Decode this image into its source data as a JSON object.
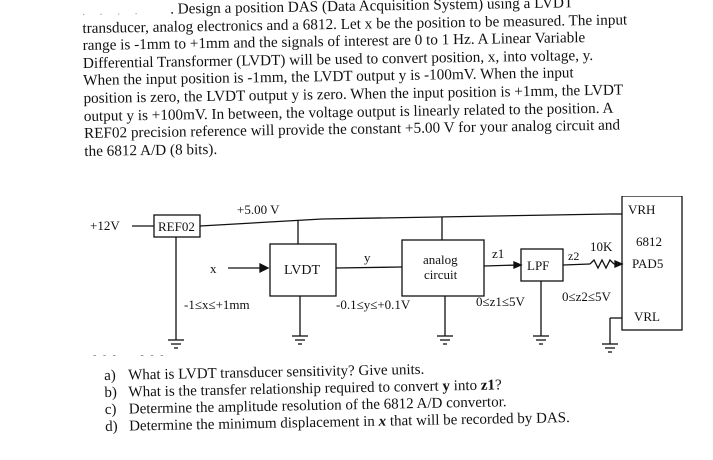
{
  "problem": {
    "number": ".",
    "lines": [
      "Design a position DAS (Data Acquisition System) using a LVDT",
      "transducer, analog electronics and a 6812. Let x be the position to be measured. The input",
      "range is -1mm to +1mm and the signals of interest are 0 to 1 Hz. A Linear Variable",
      "Differential Transformer (LVDT) will be used to convert position, x, into voltage, y.",
      "When the input position is -1mm, the LVDT output y is -100mV. When the input",
      "position is zero, the LVDT output y is zero. When the input position is +1mm, the LVDT",
      "output y is +100mV. In between, the voltage output is linearly related to the position. A",
      "REF02 precision reference will provide the constant +5.00 V for your analog circuit and",
      "the 6812 A/D (8 bits)."
    ]
  },
  "diagram": {
    "supply": "+12V",
    "ref_chip": "REF02",
    "ref_voltage": "+5.00 V",
    "input_var": "x",
    "input_range": "-1≤x≤+1mm",
    "transducer": "LVDT",
    "lvdt_out": "y",
    "y_range": "-0.1≤y≤+0.1V",
    "analog_block_line1": "analog",
    "analog_block_line2": "circuit",
    "z1_label": "z1",
    "z1_range": "0≤z1≤5V",
    "filter": "LPF",
    "z2_label": "z2",
    "resistor": "10K",
    "z2_range": "0≤z2≤5V",
    "mcu_vrh": "VRH",
    "mcu_name": "6812",
    "mcu_pad": "PAD5",
    "mcu_vrl": "VRL"
  },
  "questions": [
    {
      "label": "a)",
      "text": "What is LVDT transducer sensitivity? Give units."
    },
    {
      "label": "b)",
      "text_pre": "What is the transfer relationship required to convert ",
      "var1": "y",
      "text_mid": " into ",
      "var2": "z1",
      "text_post": "?"
    },
    {
      "label": "c)",
      "text": "Determine the amplitude resolution of the 6812 A/D convertor."
    },
    {
      "label": "d)",
      "text_pre": "Determine the minimum displacement in ",
      "var1": "x",
      "text_post": " that will be recorded by DAS."
    }
  ]
}
